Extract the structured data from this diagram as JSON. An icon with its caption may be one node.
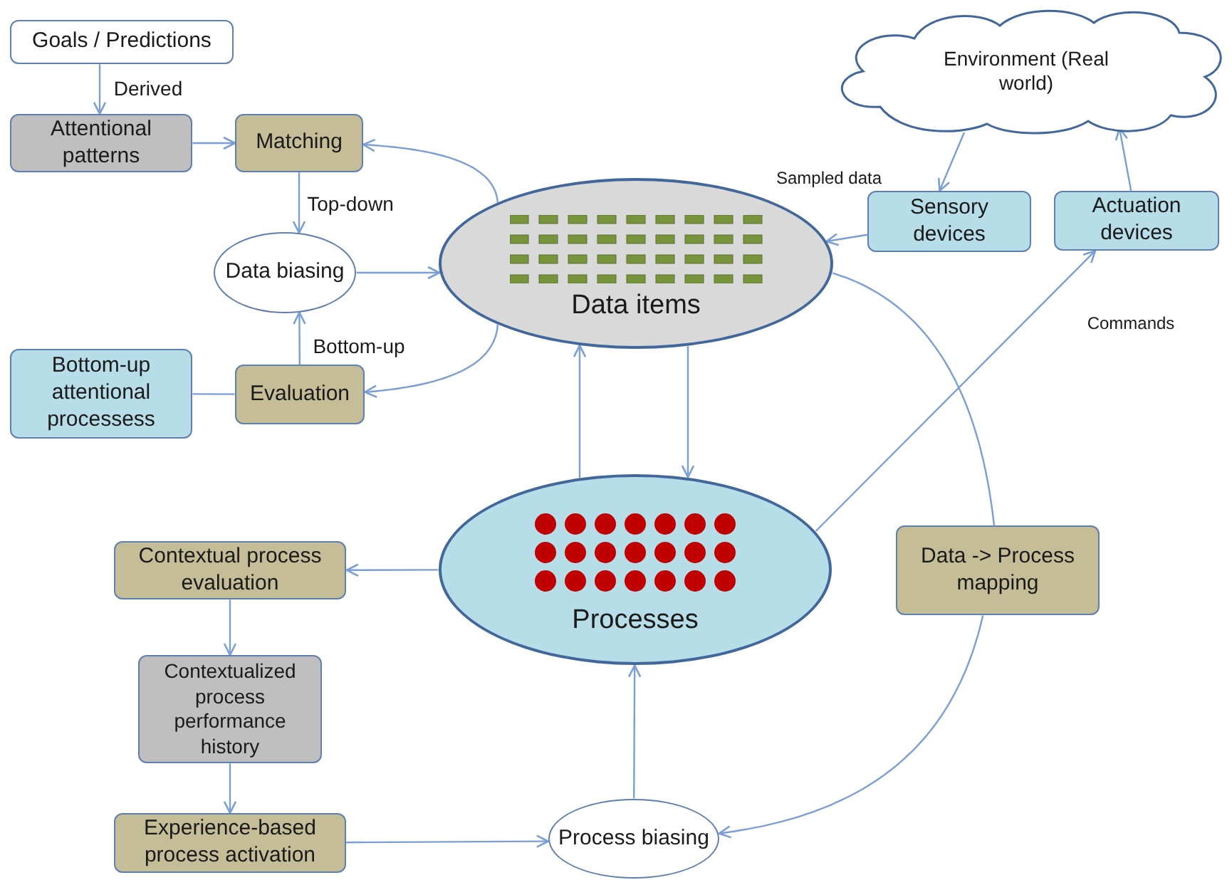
{
  "diagram": {
    "nodes": [
      {
        "text": [
          "Goals / Predictions"
        ]
      },
      {
        "text": [
          "Attentional patterns"
        ]
      },
      {
        "text": [
          "Matching"
        ]
      },
      {
        "text": [
          "Data biasing"
        ]
      },
      {
        "text": [
          "Bottom-up attentional processess"
        ]
      },
      {
        "text": [
          "Evaluation"
        ]
      },
      {
        "text": [
          "Data items"
        ]
      },
      {
        "text": [
          "Environment (Real world)"
        ]
      },
      {
        "text": [
          "Sensory devices"
        ]
      },
      {
        "text": [
          "Actuation devices"
        ]
      },
      {
        "text": [
          "Processes"
        ]
      },
      {
        "text": [
          "Data -> Process mapping"
        ]
      },
      {
        "text": [
          "Contextual process evaluation"
        ]
      },
      {
        "text": [
          "Contextualized process performance history"
        ]
      },
      {
        "text": [
          "Experience-based process activation"
        ]
      },
      {
        "text": [
          "Process biasing"
        ]
      }
    ],
    "edges": [
      {
        "from": 0,
        "to": 1,
        "arrow": "to",
        "label": "Derived"
      },
      {
        "from": 1,
        "to": 2,
        "arrow": "to"
      },
      {
        "from": 2,
        "to": 3,
        "arrow": "to",
        "label": "Top-down"
      },
      {
        "from": 5,
        "to": 3,
        "arrow": "to",
        "label": "Bottom-up"
      },
      {
        "from": 3,
        "to": 6,
        "arrow": "to"
      },
      {
        "from": 6,
        "to": 2,
        "arrow": "to"
      },
      {
        "from": 6,
        "to": 5,
        "arrow": "to"
      },
      {
        "from": 4,
        "to": 5,
        "arrow": "none"
      },
      {
        "from": 7,
        "to": 8,
        "arrow": "to"
      },
      {
        "from": 8,
        "to": 6,
        "arrow": "to",
        "label": "Sampled data"
      },
      {
        "from": 9,
        "to": 7,
        "arrow": "to"
      },
      {
        "from": 10,
        "to": 9,
        "arrow": "to",
        "label": "Commands"
      },
      {
        "from": 6,
        "to": 10,
        "arrow": "to"
      },
      {
        "from": 10,
        "to": 6,
        "arrow": "to"
      },
      {
        "from": 6,
        "to": 11,
        "arrow": "none"
      },
      {
        "from": 11,
        "to": 15,
        "arrow": "to"
      },
      {
        "from": 10,
        "to": 12,
        "arrow": "to"
      },
      {
        "from": 12,
        "to": 13,
        "arrow": "to"
      },
      {
        "from": 13,
        "to": 14,
        "arrow": "to"
      },
      {
        "from": 14,
        "to": 15,
        "arrow": "to"
      },
      {
        "from": 15,
        "to": 10,
        "arrow": "to"
      }
    ]
  }
}
